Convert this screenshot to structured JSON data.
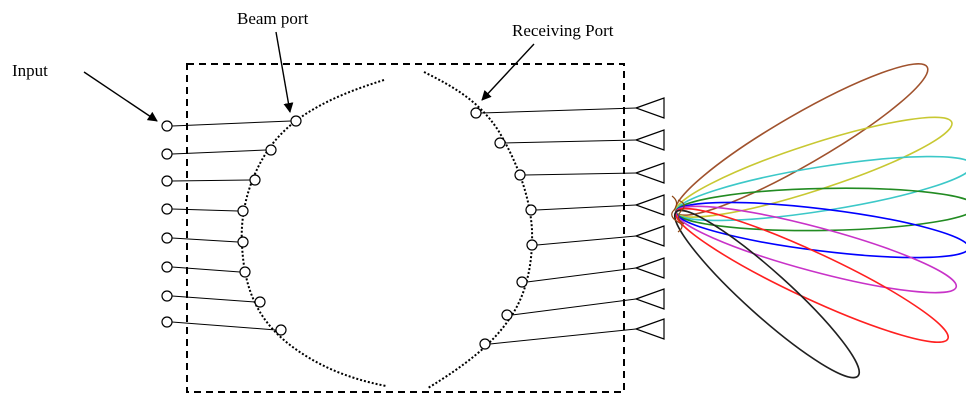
{
  "labels": {
    "input": "Input",
    "beam_port": "Beam port",
    "receiving_port": "Receiving Port"
  },
  "lobe_colors": [
    "#a0522d",
    "#c8c832",
    "#3cc8c8",
    "#228b22",
    "#0000ff",
    "#c832c8",
    "#ff2020",
    "#202020"
  ],
  "colors": {
    "line": "#000000",
    "background": "#ffffff"
  }
}
